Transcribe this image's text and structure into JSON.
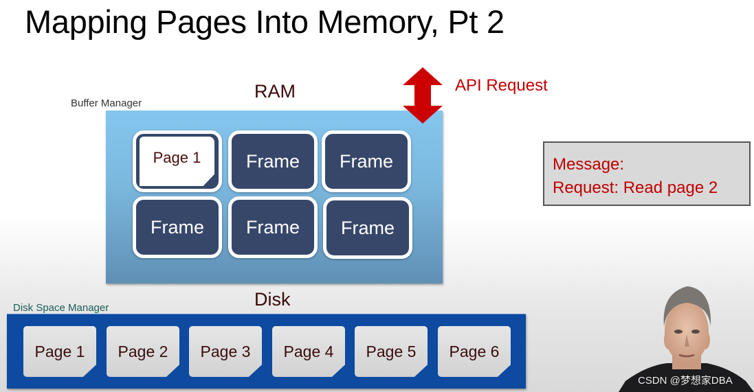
{
  "slide": {
    "title": "Mapping Pages Into Memory, Pt 2"
  },
  "ram": {
    "label": "RAM",
    "manager_label": "Buffer Manager",
    "frames": [
      {
        "label": "Page 1",
        "occupied": true
      },
      {
        "label": "Frame",
        "occupied": false
      },
      {
        "label": "Frame",
        "occupied": false
      },
      {
        "label": "Frame",
        "occupied": false
      },
      {
        "label": "Frame",
        "occupied": false
      },
      {
        "label": "Frame",
        "occupied": false
      }
    ]
  },
  "api": {
    "label": "API Request",
    "arrow_icon": "double-vertical-arrow",
    "color": "#c00000"
  },
  "message": {
    "line1": "Message:",
    "line2": "Request: Read page 2"
  },
  "disk": {
    "label": "Disk",
    "manager_label": "Disk Space Manager",
    "pages": [
      "Page 1",
      "Page 2",
      "Page 3",
      "Page 4",
      "Page 5",
      "Page 6"
    ]
  },
  "watermark": "CSDN @梦想家DBA",
  "colors": {
    "frame_fill": "#36476a",
    "disk_fill": "#0d4aa0",
    "ram_fill": "#84c6ee",
    "accent_red": "#c00000"
  }
}
